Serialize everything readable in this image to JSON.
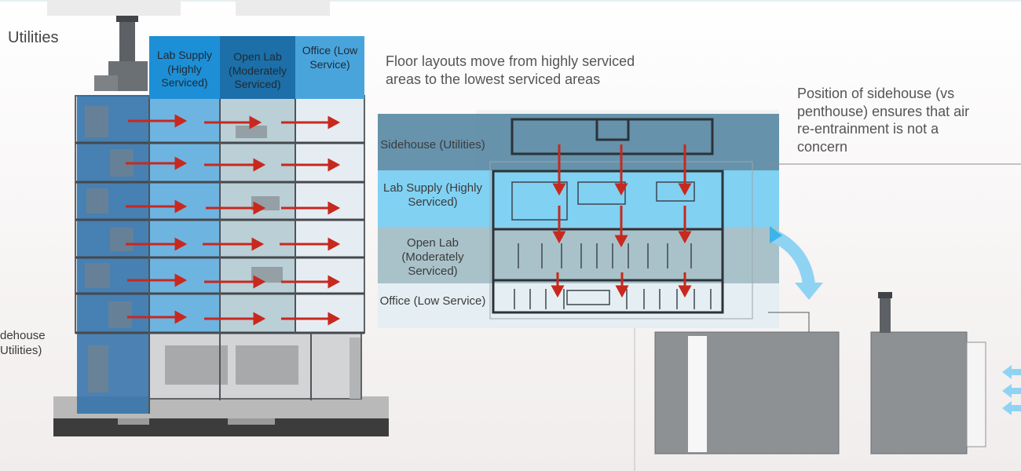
{
  "title": "Utilities",
  "section_columns": [
    {
      "label": "Lab Supply\n(Highly\nServiced)",
      "color": "#1d8fd6"
    },
    {
      "label": "Open Lab\n(Moderately\nServiced)",
      "color": "#1c6fa8"
    },
    {
      "label": "Office\n(Low\nService)",
      "color": "#4aa4dc"
    }
  ],
  "side_label": "dehouse\nUtilities)",
  "floor_layout_caption": "Floor layouts move from highly serviced\nareas to the lowest serviced areas",
  "sidehouse_caption": "Position of sidehouse (vs\npenthouse) ensures that air\nre-entrainment is not a\nconcern",
  "plan_bands": [
    {
      "label": "Sidehouse\n(Utilities)",
      "color": "#5a8aa5"
    },
    {
      "label": "Lab Supply\n(Highly\nServiced)",
      "color": "#6ccaf2"
    },
    {
      "label": "Open Lab\n(Moderately\nServiced)",
      "color": "#9bb8c2"
    },
    {
      "label": "Office\n(Low Service)",
      "color": "#e3eef3"
    }
  ],
  "colors": {
    "arrow": "#c8281e",
    "building_blue": "#3a86c0",
    "mass_gray": "#8e9194",
    "air_arrow": "#8fd3f3"
  }
}
